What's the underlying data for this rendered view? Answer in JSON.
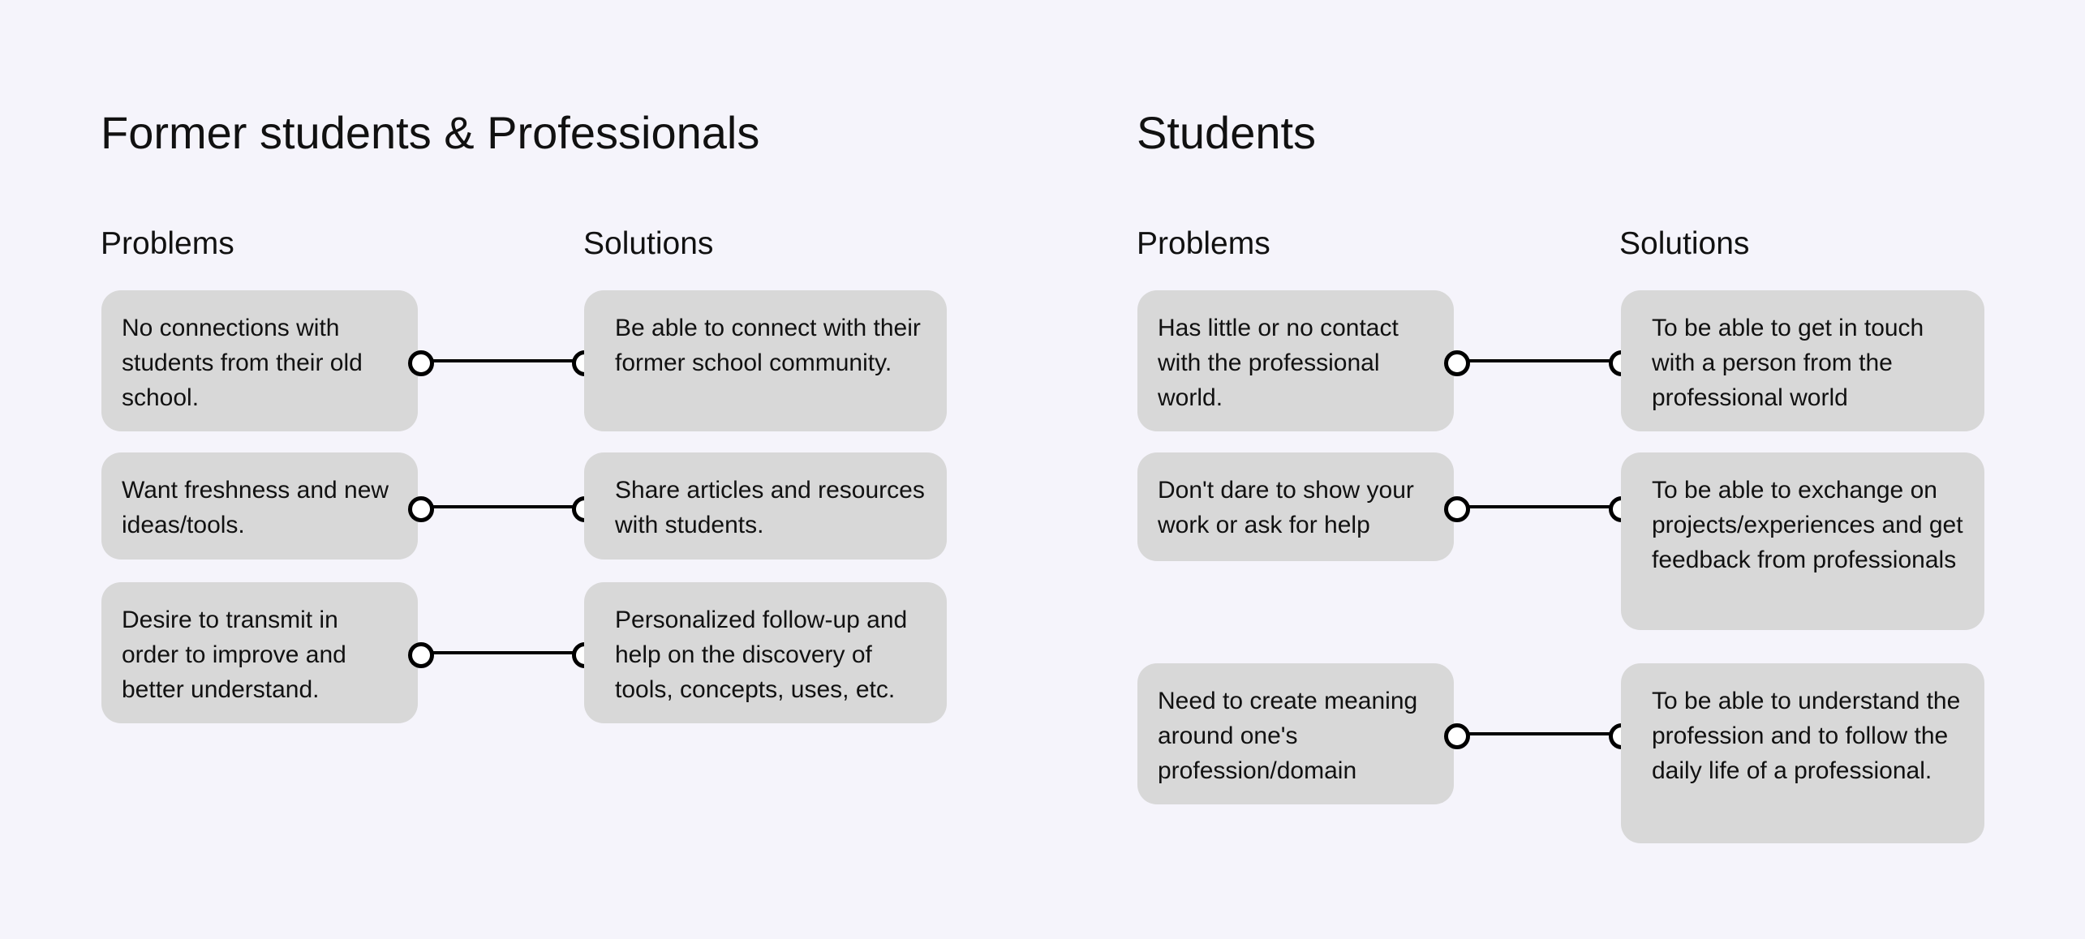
{
  "sections": [
    {
      "title": "Former students & Professionals",
      "problems_label": "Problems",
      "solutions_label": "Solutions",
      "rows": [
        {
          "problem": "No connections with students from their old school.",
          "solution": "Be able to connect with their former school community."
        },
        {
          "problem": "Want freshness and new ideas/tools.",
          "solution": "Share articles and resources with students."
        },
        {
          "problem": "Desire to transmit in order to improve and better understand.",
          "solution": "Personalized follow-up and help on the discovery of tools, concepts, uses, etc."
        }
      ]
    },
    {
      "title": "Students",
      "problems_label": "Problems",
      "solutions_label": "Solutions",
      "rows": [
        {
          "problem": "Has little or no contact with the professional world.",
          "solution": "To be able to get in touch with a person from the professional world"
        },
        {
          "problem": "Don't dare to show your work or ask for help",
          "solution": "To be able to exchange on projects/experiences and get feedback from professionals"
        },
        {
          "problem": "Need to create meaning around one's profession/domain",
          "solution": "To be able to understand the profession and to follow the daily life of a professional."
        }
      ]
    }
  ]
}
